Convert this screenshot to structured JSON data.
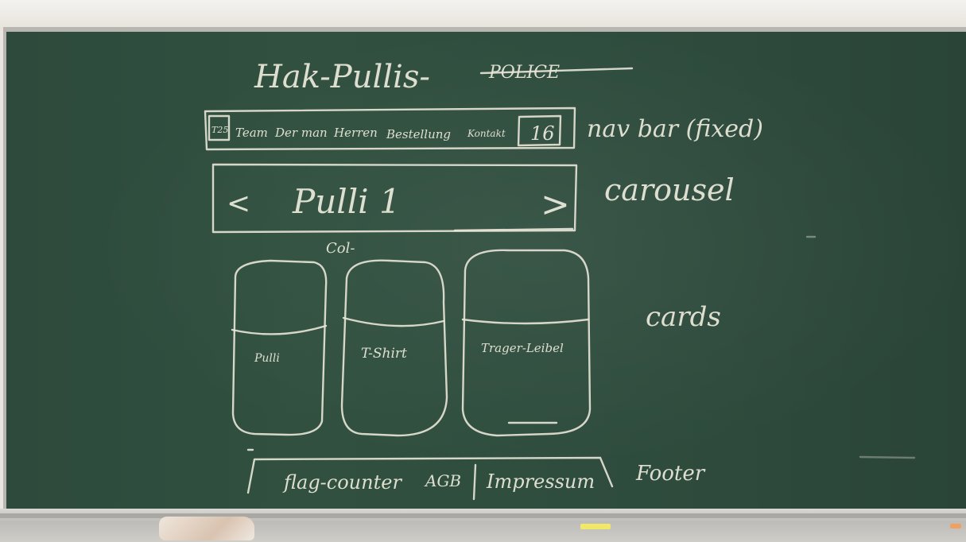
{
  "title": "Hak-Pullis-",
  "title_struck": "POLICE",
  "navbar": {
    "logo": "T25",
    "links": [
      "Team",
      "Der man",
      "Herren",
      "Bestellung",
      "Kontakt"
    ],
    "badge": "16"
  },
  "carousel": {
    "label": "Pulli 1",
    "prev": "<",
    "next": ">",
    "sub": "Col-"
  },
  "cards": [
    {
      "label": "Pulli"
    },
    {
      "label": "T-Shirt"
    },
    {
      "label": "Trager-Leibel"
    }
  ],
  "footer": {
    "left": "flag-counter",
    "mid": "AGB",
    "right": "Impressum"
  },
  "annotations": {
    "navbar": "nav bar (fixed)",
    "carousel": "carousel",
    "cards": "cards",
    "footer": "Footer"
  }
}
